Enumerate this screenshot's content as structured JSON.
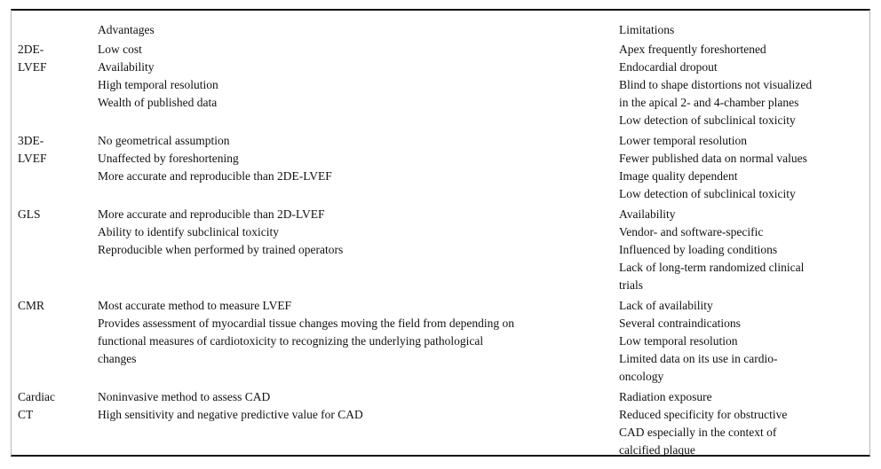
{
  "table": {
    "header": {
      "modality": "",
      "advantages": "Advantages",
      "limitations": "Limitations"
    },
    "rows": [
      {
        "modality": "2DE-\nLVEF",
        "advantages": [
          "Low cost",
          "Availability",
          "High temporal resolution",
          "Wealth of published data"
        ],
        "limitations": [
          "Apex frequently foreshortened",
          "Endocardial dropout",
          "Blind to shape distortions not visualized\nin the apical 2- and 4-chamber planes",
          "Low detection of subclinical toxicity"
        ]
      },
      {
        "modality": "3DE-\nLVEF",
        "advantages": [
          "No geometrical assumption",
          "Unaffected by foreshortening",
          "More accurate and reproducible than 2DE-LVEF"
        ],
        "limitations": [
          "Lower temporal resolution",
          "Fewer published data on normal values",
          "Image quality dependent",
          "Low detection of subclinical toxicity"
        ]
      },
      {
        "modality": "GLS",
        "advantages": [
          "More accurate and reproducible than 2D-LVEF",
          "Ability to identify subclinical toxicity",
          "Reproducible when performed by trained operators"
        ],
        "limitations": [
          "Availability",
          "Vendor- and software-specific",
          "Influenced by loading conditions",
          "Lack of long-term randomized clinical\ntrials"
        ]
      },
      {
        "modality": "CMR",
        "advantages": [
          "Most accurate method to measure LVEF",
          "Provides assessment of myocardial tissue changes moving the field from depending on\nfunctional measures of cardiotoxicity to recognizing the underlying pathological\nchanges"
        ],
        "limitations": [
          "Lack of availability",
          "Several contraindications",
          "Low temporal resolution",
          "Limited data on its use in cardio-\noncology"
        ]
      },
      {
        "modality": "Cardiac\nCT",
        "advantages": [
          "Noninvasive method to assess CAD",
          "High sensitivity and negative predictive value for CAD"
        ],
        "limitations": [
          "Radiation exposure",
          "Reduced specificity for obstructive\nCAD especially in the context of\ncalcified plaque"
        ]
      }
    ]
  }
}
